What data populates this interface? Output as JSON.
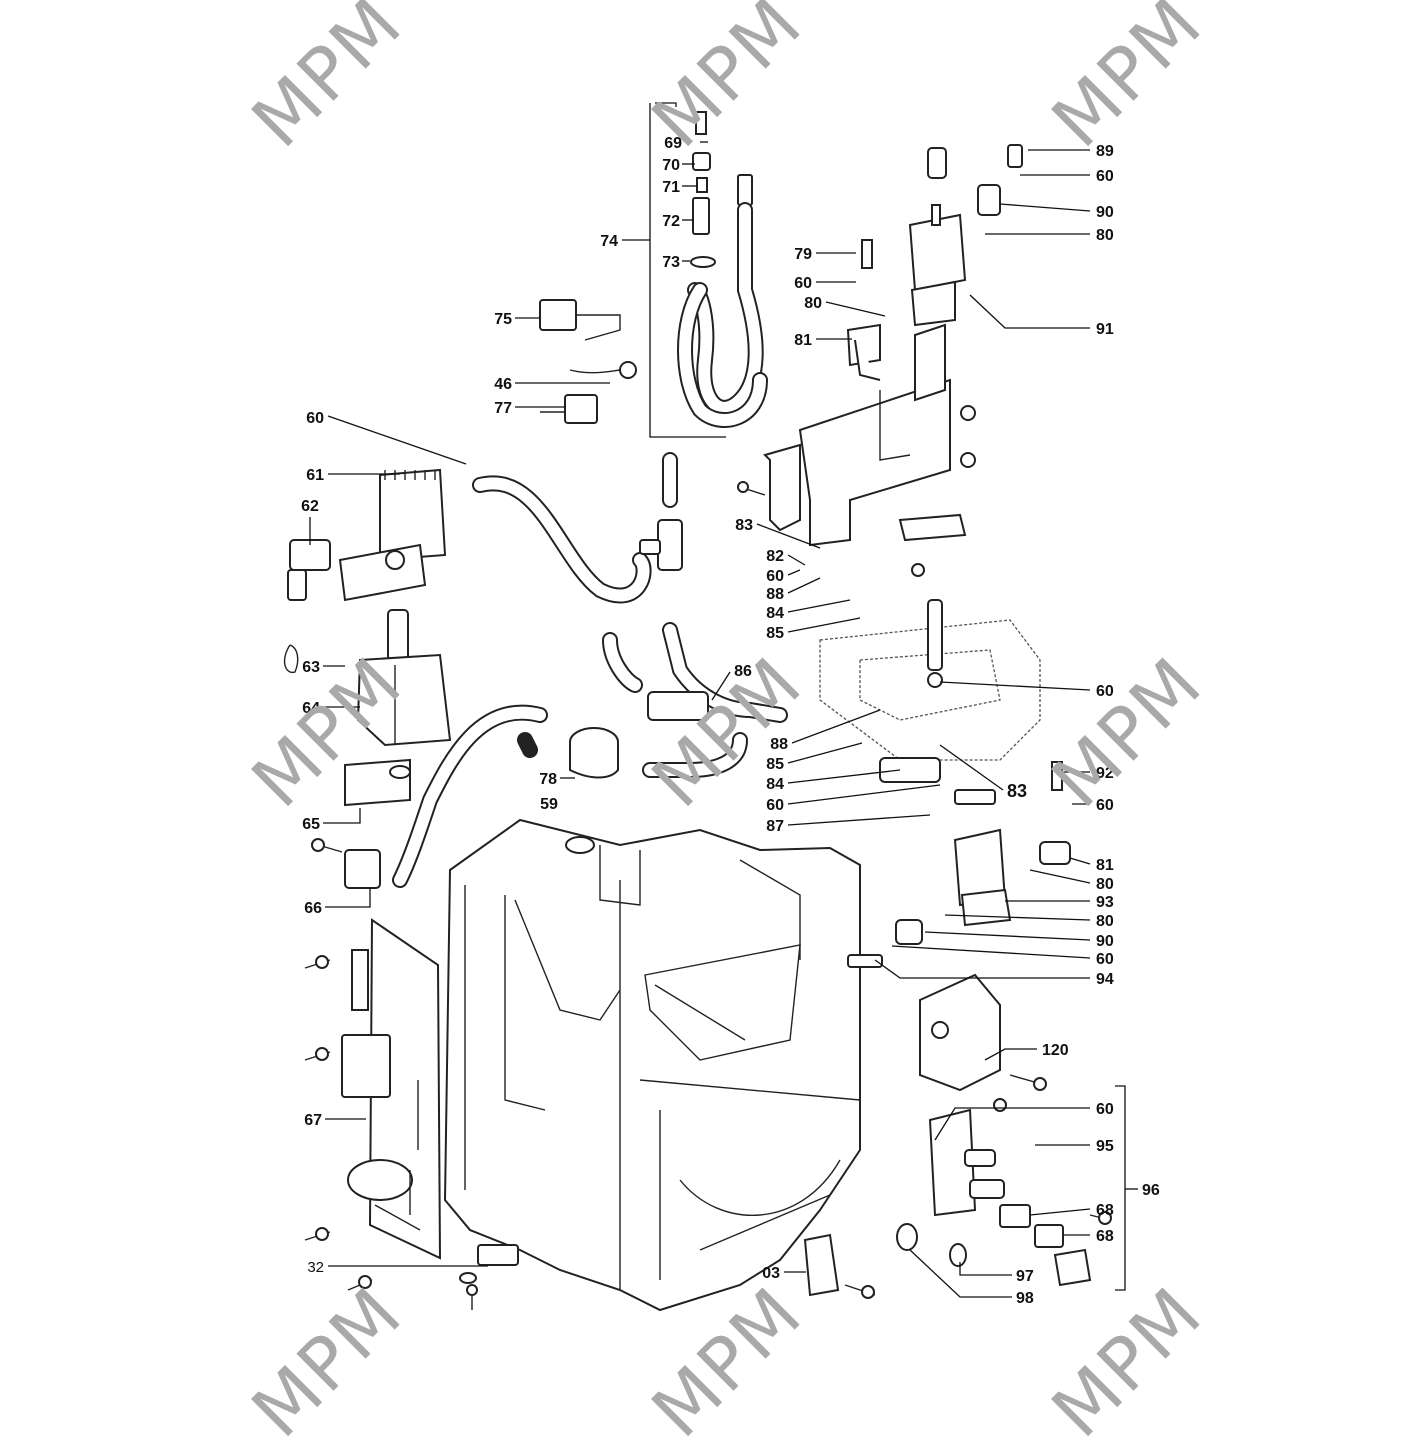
{
  "watermark": {
    "text": "MPM",
    "color": "#a9a9a9"
  },
  "callouts": [
    {
      "id": "69",
      "label": "69"
    },
    {
      "id": "70",
      "label": "70"
    },
    {
      "id": "71",
      "label": "71"
    },
    {
      "id": "72",
      "label": "72"
    },
    {
      "id": "73",
      "label": "73"
    },
    {
      "id": "74",
      "label": "74"
    },
    {
      "id": "75",
      "label": "75"
    },
    {
      "id": "46",
      "label": "46"
    },
    {
      "id": "77",
      "label": "77"
    },
    {
      "id": "60a",
      "label": "60"
    },
    {
      "id": "61",
      "label": "61"
    },
    {
      "id": "62",
      "label": "62"
    },
    {
      "id": "63",
      "label": "63"
    },
    {
      "id": "64",
      "label": "64"
    },
    {
      "id": "65",
      "label": "65"
    },
    {
      "id": "66",
      "label": "66"
    },
    {
      "id": "67",
      "label": "67"
    },
    {
      "id": "32",
      "label": "32"
    },
    {
      "id": "59",
      "label": "59"
    },
    {
      "id": "78",
      "label": "78"
    },
    {
      "id": "86",
      "label": "86"
    },
    {
      "id": "03",
      "label": "03"
    },
    {
      "id": "79",
      "label": "79"
    },
    {
      "id": "60b",
      "label": "60"
    },
    {
      "id": "80a",
      "label": "80"
    },
    {
      "id": "81a",
      "label": "81"
    },
    {
      "id": "89",
      "label": "89"
    },
    {
      "id": "60c",
      "label": "60"
    },
    {
      "id": "90a",
      "label": "90"
    },
    {
      "id": "80b",
      "label": "80"
    },
    {
      "id": "91",
      "label": "91"
    },
    {
      "id": "83a",
      "label": "83"
    },
    {
      "id": "82",
      "label": "82"
    },
    {
      "id": "60d",
      "label": "60"
    },
    {
      "id": "88a",
      "label": "88"
    },
    {
      "id": "84a",
      "label": "84"
    },
    {
      "id": "85a",
      "label": "85"
    },
    {
      "id": "60e",
      "label": "60"
    },
    {
      "id": "88b",
      "label": "88"
    },
    {
      "id": "85b",
      "label": "85"
    },
    {
      "id": "84b",
      "label": "84"
    },
    {
      "id": "60f",
      "label": "60"
    },
    {
      "id": "87",
      "label": "87"
    },
    {
      "id": "83b",
      "label": "83"
    },
    {
      "id": "92",
      "label": "92"
    },
    {
      "id": "60g",
      "label": "60"
    },
    {
      "id": "81b",
      "label": "81"
    },
    {
      "id": "80c",
      "label": "80"
    },
    {
      "id": "93",
      "label": "93"
    },
    {
      "id": "80d",
      "label": "80"
    },
    {
      "id": "90b",
      "label": "90"
    },
    {
      "id": "60h",
      "label": "60"
    },
    {
      "id": "94",
      "label": "94"
    },
    {
      "id": "120",
      "label": "120"
    },
    {
      "id": "60i",
      "label": "60"
    },
    {
      "id": "95",
      "label": "95"
    },
    {
      "id": "96",
      "label": "96"
    },
    {
      "id": "68a",
      "label": "68"
    },
    {
      "id": "68b",
      "label": "68"
    },
    {
      "id": "97",
      "label": "97"
    },
    {
      "id": "98",
      "label": "98"
    }
  ]
}
